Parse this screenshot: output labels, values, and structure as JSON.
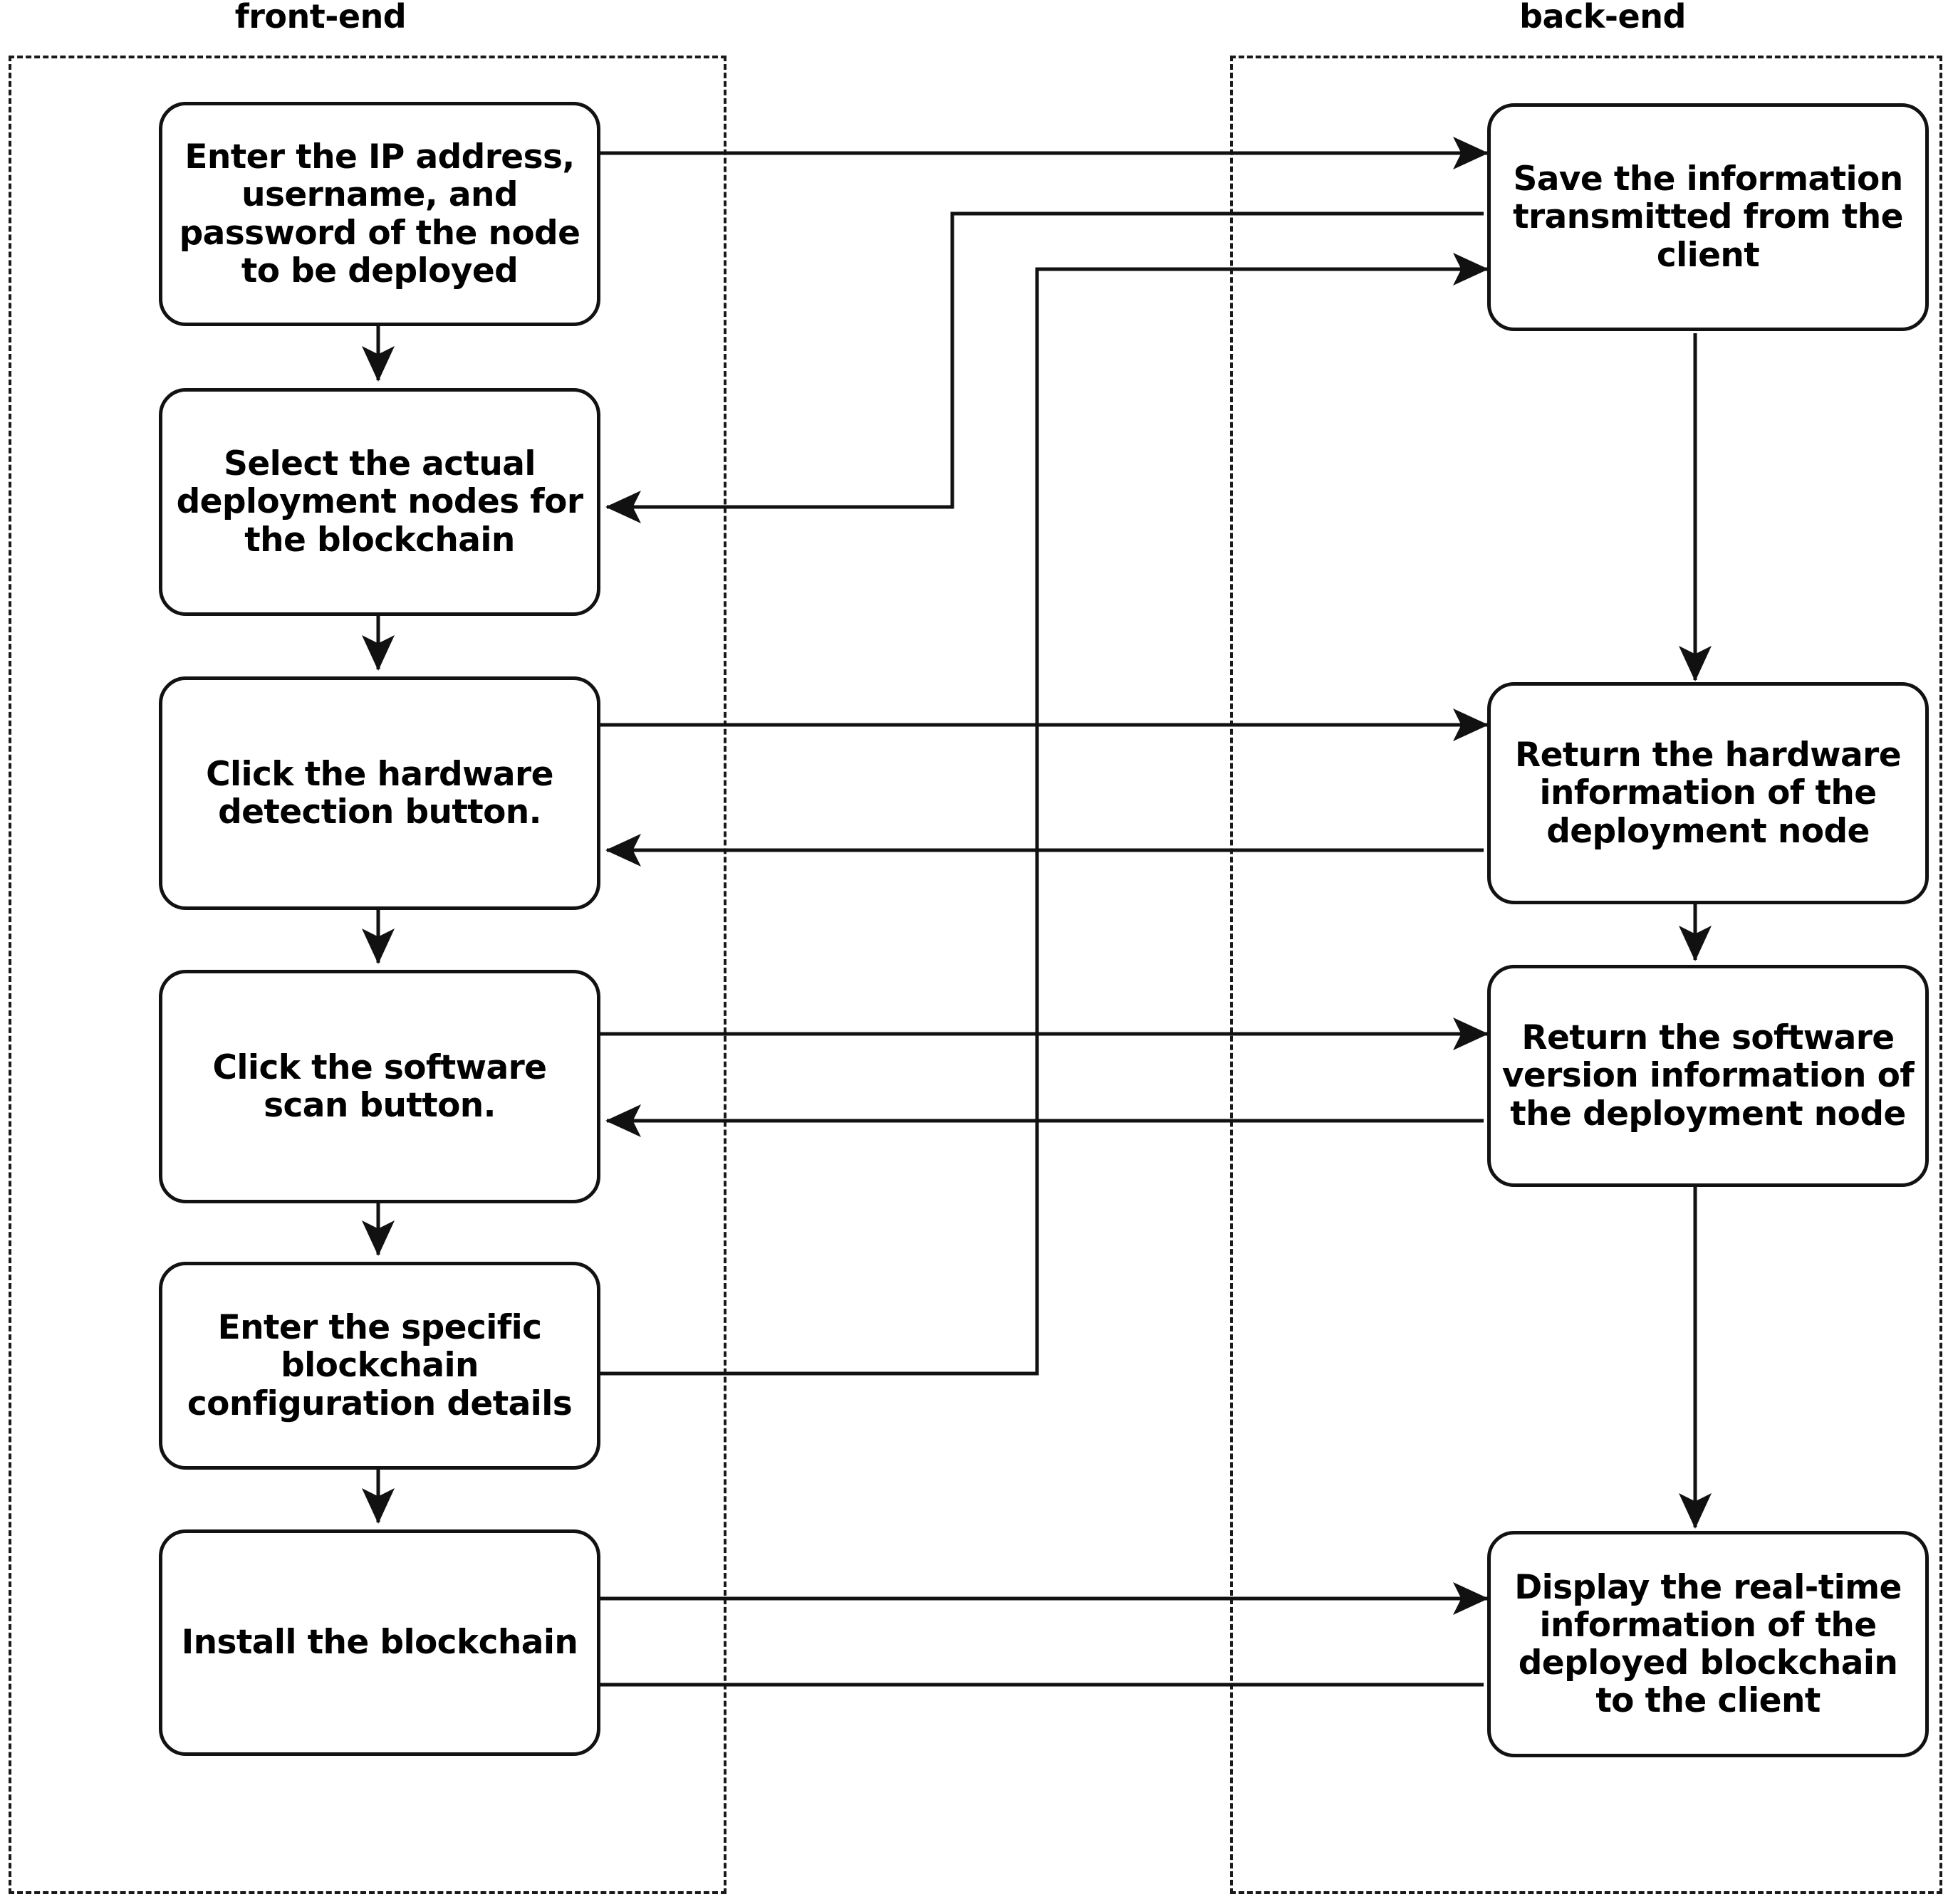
{
  "diagram": {
    "title_front": "front-end",
    "title_back": "back-end",
    "type": "swimlane-flowchart",
    "accent_color": "#000000",
    "background_color": "#ffffff",
    "lane_border_style": "dashed"
  },
  "front_end_nodes": [
    {
      "id": "enter-credentials",
      "label": "Enter the IP address, username, and password of the node to be deployed"
    },
    {
      "id": "select-nodes",
      "label": "Select the actual deployment nodes for the blockchain"
    },
    {
      "id": "hardware-detection",
      "label": "Click the hardware detection button."
    },
    {
      "id": "software-scan",
      "label": "Click the software scan button."
    },
    {
      "id": "enter-config",
      "label": "Enter the specific blockchain configuration details"
    },
    {
      "id": "install-blockchain",
      "label": "Install the blockchain"
    }
  ],
  "back_end_nodes": [
    {
      "id": "save-information",
      "label": "Save the information transmitted from the client"
    },
    {
      "id": "return-hardware",
      "label": "Return the hardware information of the deployment node"
    },
    {
      "id": "return-software",
      "label": "Return the software version information of the deployment node"
    },
    {
      "id": "display-realtime",
      "label": "Display the real-time information of the deployed blockchain to the client"
    }
  ],
  "connections": [
    {
      "from": "enter-credentials",
      "to": "save-information",
      "direction": "front-to-back"
    },
    {
      "from": "enter-credentials",
      "to": "select-nodes",
      "direction": "down"
    },
    {
      "from": "save-information",
      "to": "select-nodes",
      "direction": "back-to-front"
    },
    {
      "from": "select-nodes",
      "to": "hardware-detection",
      "direction": "down"
    },
    {
      "from": "save-information",
      "to": "return-hardware",
      "direction": "down"
    },
    {
      "from": "hardware-detection",
      "to": "return-hardware",
      "direction": "front-to-back"
    },
    {
      "from": "return-hardware",
      "to": "hardware-detection",
      "direction": "back-to-front"
    },
    {
      "from": "hardware-detection",
      "to": "software-scan",
      "direction": "down"
    },
    {
      "from": "return-hardware",
      "to": "return-software",
      "direction": "down"
    },
    {
      "from": "software-scan",
      "to": "return-software",
      "direction": "front-to-back"
    },
    {
      "from": "return-software",
      "to": "software-scan",
      "direction": "back-to-front"
    },
    {
      "from": "software-scan",
      "to": "enter-config",
      "direction": "down"
    },
    {
      "from": "enter-config",
      "to": "save-information",
      "direction": "front-to-back"
    },
    {
      "from": "enter-config",
      "to": "install-blockchain",
      "direction": "down"
    },
    {
      "from": "return-software",
      "to": "display-realtime",
      "direction": "down"
    },
    {
      "from": "install-blockchain",
      "to": "display-realtime",
      "direction": "front-to-back"
    },
    {
      "from": "display-realtime",
      "to": "install-blockchain",
      "direction": "back-to-front"
    }
  ]
}
